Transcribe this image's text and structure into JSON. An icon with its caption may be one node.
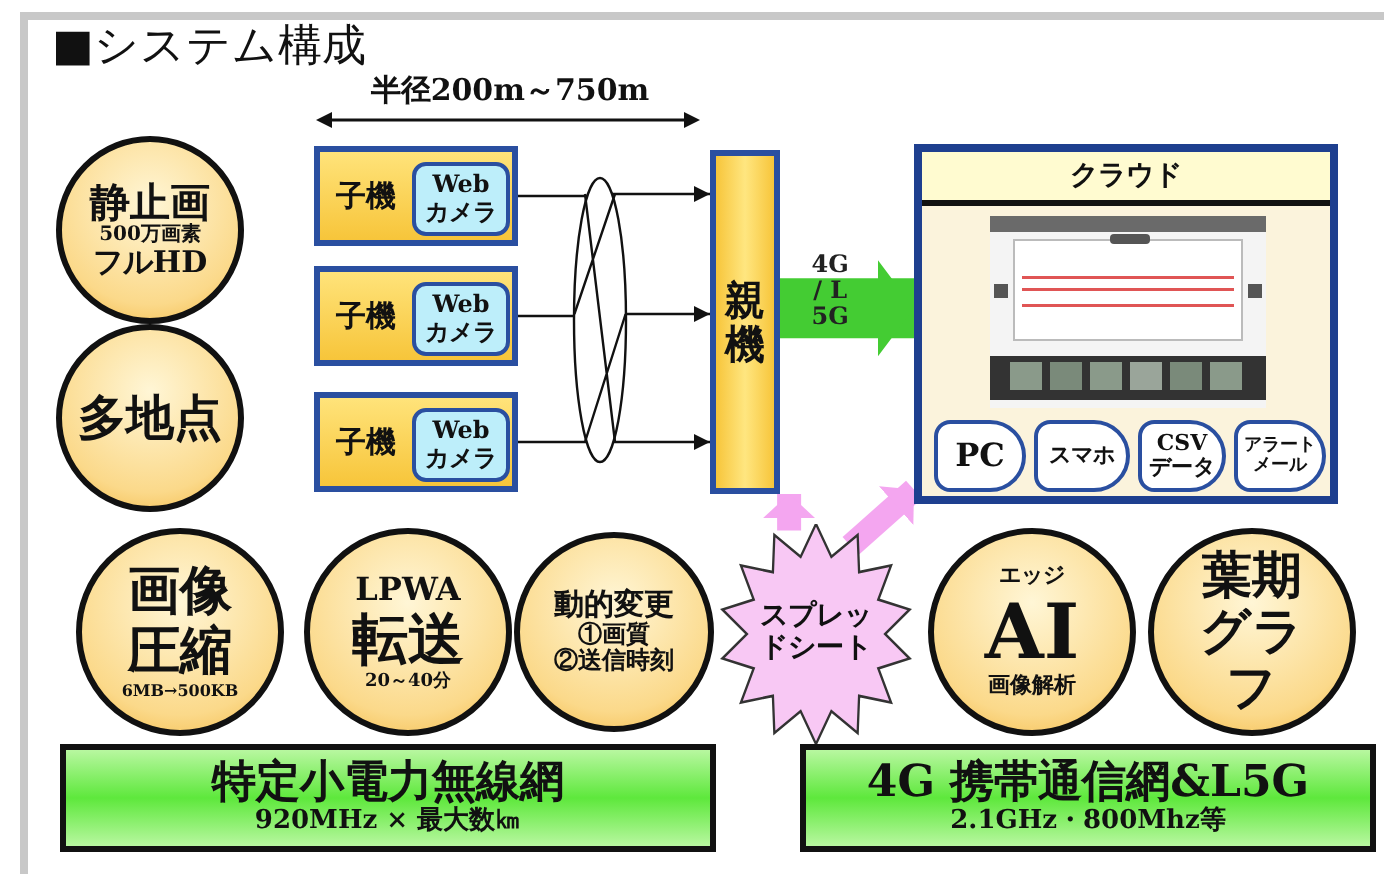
{
  "diagram": {
    "title": "■システム構成",
    "nodes": [
      {
        "text": [
          "静止画",
          "500万画素",
          "フルHD"
        ]
      },
      {
        "text": [
          "多地点"
        ]
      },
      {
        "text": [
          "子機"
        ]
      },
      {
        "text": [
          "Webカメラ"
        ],
        "in": 2
      },
      {
        "text": [
          "子機"
        ]
      },
      {
        "text": [
          "Webカメラ"
        ],
        "in": 4
      },
      {
        "text": [
          "子機"
        ]
      },
      {
        "text": [
          "Webカメラ"
        ],
        "in": 6
      },
      {
        "text": [
          "親機"
        ]
      },
      {
        "text": [
          "クラウド"
        ]
      },
      {
        "text": [],
        "shape": "picture",
        "in": 9
      },
      {
        "text": [
          "PC"
        ],
        "in": 9
      },
      {
        "text": [
          "スマホ"
        ],
        "in": 9
      },
      {
        "text": [
          "CSVデータ"
        ],
        "in": 9
      },
      {
        "text": [
          "アラートメール"
        ],
        "in": 9
      },
      {
        "text": [
          "画像圧縮",
          "6MB→500KB"
        ]
      },
      {
        "text": [
          "LPWA",
          "転送",
          "20～40分"
        ]
      },
      {
        "text": [
          "動的変更",
          "①画質",
          "②送信時刻"
        ]
      },
      {
        "text": [
          "スプレッドシート"
        ]
      },
      {
        "text": [
          "エッジ",
          "AI",
          "画像解析"
        ]
      },
      {
        "text": [
          "葉期グラフ"
        ]
      },
      {
        "text": [
          "特定小電力無線網",
          "920MHz × 最大数㎞"
        ]
      },
      {
        "text": [
          "4G 携帯通信網&L5G",
          "2.1GHz・800Mhz等"
        ]
      },
      {
        "text": [],
        "shape": "ellipse"
      }
    ],
    "edges": [
      {
        "from": 2,
        "to": 23,
        "arrow": "none"
      },
      {
        "from": 4,
        "to": 23,
        "arrow": "none"
      },
      {
        "from": 6,
        "to": 23,
        "arrow": "none"
      },
      {
        "from": 23,
        "to": 8,
        "arrow": "to"
      },
      {
        "from": 23,
        "to": 8,
        "arrow": "to"
      },
      {
        "from": 23,
        "to": 8,
        "arrow": "to"
      },
      {
        "from": 8,
        "to": 9,
        "arrow": "to",
        "label": "4G / L 5G",
        "style": "thick",
        "color": "#44cc33"
      },
      {
        "from": 18,
        "to": 8,
        "arrow": "to",
        "style": "thick",
        "color": "#f4a6f0"
      },
      {
        "from": 18,
        "to": 9,
        "arrow": "to",
        "style": "thick",
        "color": "#f4a6f0"
      }
    ],
    "labels": [
      "半径200m～750m"
    ]
  }
}
